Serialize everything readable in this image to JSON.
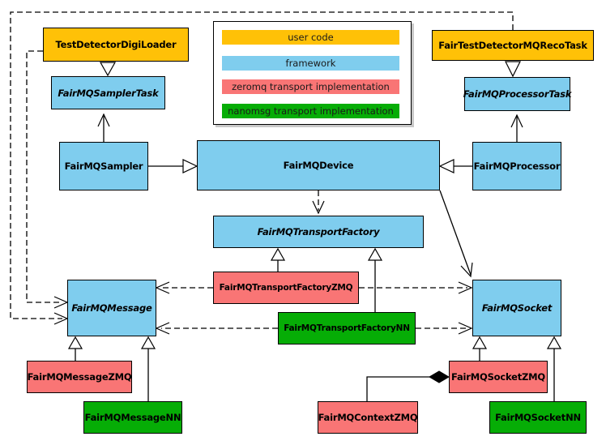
{
  "legend": {
    "items": [
      {
        "label": "user code",
        "color": "#FFC107",
        "category": "user"
      },
      {
        "label": "framework",
        "color": "#7FCDEE",
        "category": "framework"
      },
      {
        "label": "zeromq transport implementation",
        "color": "#F97575",
        "category": "zeromq"
      },
      {
        "label": "nanomsg transport implementation",
        "color": "#06AD06",
        "category": "nanomsg"
      }
    ]
  },
  "nodes": {
    "test_detector_digi_loader": {
      "label": "TestDetectorDigiLoader",
      "category": "user",
      "abstract": false
    },
    "fair_test_detector_mq_reco_task": {
      "label": "FairTestDetectorMQRecoTask",
      "category": "user",
      "abstract": false
    },
    "fair_mq_sampler_task": {
      "label": "FairMQSamplerTask",
      "category": "framework",
      "abstract": true
    },
    "fair_mq_processor_task": {
      "label": "FairMQProcessorTask",
      "category": "framework",
      "abstract": true
    },
    "fair_mq_sampler": {
      "label": "FairMQSampler",
      "category": "framework",
      "abstract": false
    },
    "fair_mq_device": {
      "label": "FairMQDevice",
      "category": "framework",
      "abstract": false
    },
    "fair_mq_processor": {
      "label": "FairMQProcessor",
      "category": "framework",
      "abstract": false
    },
    "fair_mq_transport_factory": {
      "label": "FairMQTransportFactory",
      "category": "framework",
      "abstract": true
    },
    "fair_mq_transport_factory_zmq": {
      "label": "FairMQTransportFactoryZMQ",
      "category": "zeromq",
      "abstract": false
    },
    "fair_mq_transport_factory_nn": {
      "label": "FairMQTransportFactoryNN",
      "category": "nanomsg",
      "abstract": false
    },
    "fair_mq_message": {
      "label": "FairMQMessage",
      "category": "framework",
      "abstract": true
    },
    "fair_mq_socket": {
      "label": "FairMQSocket",
      "category": "framework",
      "abstract": true
    },
    "fair_mq_message_zmq": {
      "label": "FairMQMessageZMQ",
      "category": "zeromq",
      "abstract": false
    },
    "fair_mq_message_nn": {
      "label": "FairMQMessageNN",
      "category": "nanomsg",
      "abstract": false
    },
    "fair_mq_context_zmq": {
      "label": "FairMQContextZMQ",
      "category": "zeromq",
      "abstract": false
    },
    "fair_mq_socket_zmq": {
      "label": "FairMQSocketZMQ",
      "category": "zeromq",
      "abstract": false
    },
    "fair_mq_socket_nn": {
      "label": "FairMQSocketNN",
      "category": "nanomsg",
      "abstract": false
    }
  },
  "edges": [
    {
      "from": "TestDetectorDigiLoader",
      "to": "FairMQSamplerTask",
      "type": "inheritance"
    },
    {
      "from": "FairTestDetectorMQRecoTask",
      "to": "FairMQProcessorTask",
      "type": "inheritance"
    },
    {
      "from": "FairMQSampler",
      "to": "FairMQDevice",
      "type": "inheritance"
    },
    {
      "from": "FairMQProcessor",
      "to": "FairMQDevice",
      "type": "inheritance"
    },
    {
      "from": "FairMQSampler",
      "to": "FairMQSamplerTask",
      "type": "association"
    },
    {
      "from": "FairMQProcessor",
      "to": "FairMQProcessorTask",
      "type": "association"
    },
    {
      "from": "FairMQDevice",
      "to": "FairMQTransportFactory",
      "type": "dependency"
    },
    {
      "from": "FairMQDevice",
      "to": "FairMQSocket",
      "type": "association"
    },
    {
      "from": "FairMQTransportFactoryZMQ",
      "to": "FairMQTransportFactory",
      "type": "inheritance"
    },
    {
      "from": "FairMQTransportFactoryNN",
      "to": "FairMQTransportFactory",
      "type": "inheritance"
    },
    {
      "from": "FairMQTransportFactoryZMQ",
      "to": "FairMQMessage",
      "type": "dependency"
    },
    {
      "from": "FairMQTransportFactoryZMQ",
      "to": "FairMQSocket",
      "type": "dependency"
    },
    {
      "from": "FairMQTransportFactoryNN",
      "to": "FairMQMessage",
      "type": "dependency"
    },
    {
      "from": "FairMQTransportFactoryNN",
      "to": "FairMQSocket",
      "type": "dependency"
    },
    {
      "from": "TestDetectorDigiLoader",
      "to": "FairMQMessage",
      "type": "dependency"
    },
    {
      "from": "FairTestDetectorMQRecoTask",
      "to": "FairMQMessage",
      "type": "dependency"
    },
    {
      "from": "FairMQMessageZMQ",
      "to": "FairMQMessage",
      "type": "inheritance"
    },
    {
      "from": "FairMQMessageNN",
      "to": "FairMQMessage",
      "type": "inheritance"
    },
    {
      "from": "FairMQSocketZMQ",
      "to": "FairMQSocket",
      "type": "inheritance"
    },
    {
      "from": "FairMQSocketNN",
      "to": "FairMQSocket",
      "type": "inheritance"
    },
    {
      "from": "FairMQContextZMQ",
      "to": "FairMQSocketZMQ",
      "type": "composition"
    }
  ]
}
